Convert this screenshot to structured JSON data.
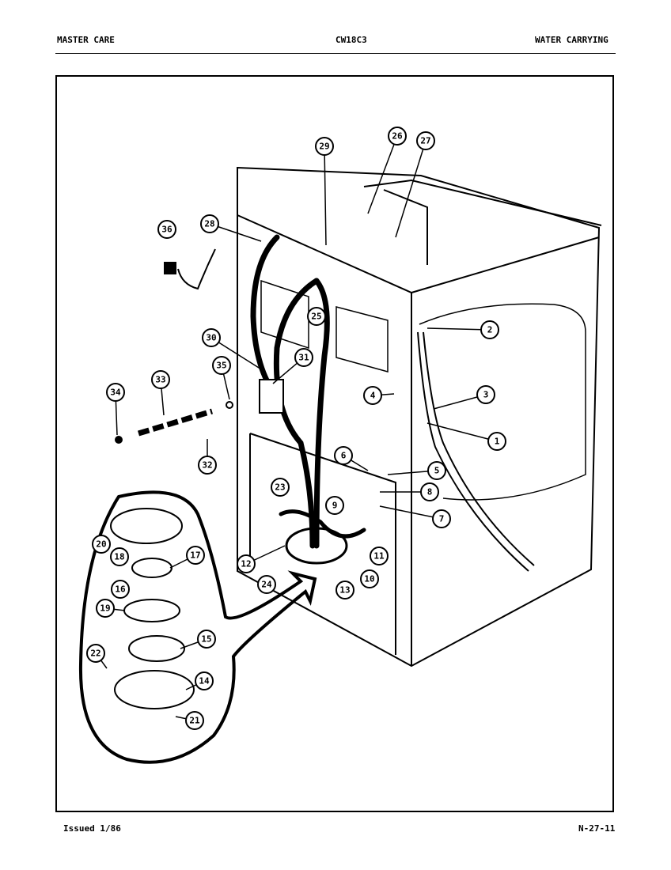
{
  "header": {
    "left": "MASTER CARE",
    "center": "CW18C3",
    "right": "WATER CARRYING"
  },
  "footer": {
    "left": "Issued 1/86",
    "right": "N-27-11"
  },
  "callouts": [
    "1",
    "2",
    "3",
    "4",
    "5",
    "6",
    "7",
    "8",
    "9",
    "10",
    "11",
    "12",
    "13",
    "14",
    "15",
    "16",
    "17",
    "18",
    "19",
    "20",
    "21",
    "22",
    "23",
    "24",
    "25",
    "26",
    "27",
    "28",
    "29",
    "30",
    "31",
    "32",
    "33",
    "34",
    "35",
    "36"
  ]
}
